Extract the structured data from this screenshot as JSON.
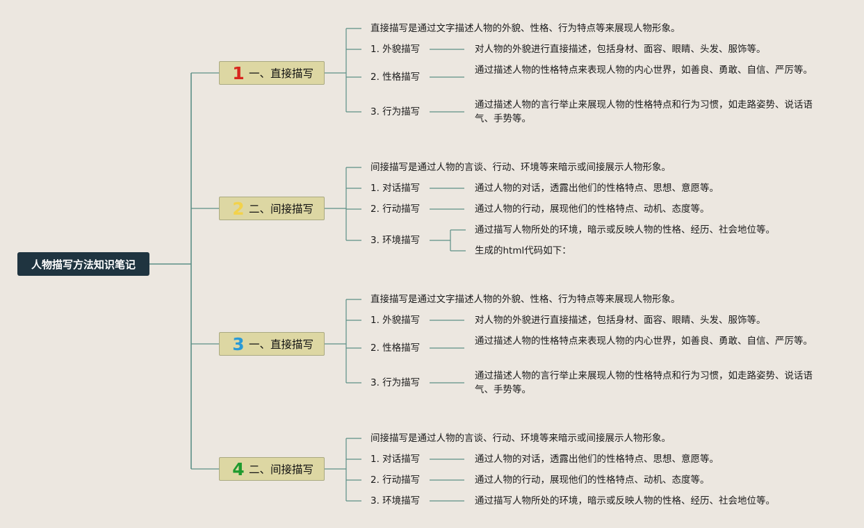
{
  "root": {
    "label": "人物描写方法知识笔记"
  },
  "colors": {
    "background": "#ece7e0",
    "root_bg": "#1f3440",
    "branch_bg": "#ddd7a3",
    "line": "#5b8f85",
    "num1": "#d7261e",
    "num2": "#f2d24b",
    "num3": "#2a9ad6",
    "num4": "#1f9a2e"
  },
  "branches": [
    {
      "number": "1",
      "label": "一、直接描写",
      "intro": "直接描写是通过文字描述人物的外貌、性格、行为特点等来展现人物形象。",
      "items": [
        {
          "label": "1. 外貌描写",
          "details": [
            "对人物的外貌进行直接描述，包括身材、面容、眼睛、头发、服饰等。"
          ]
        },
        {
          "label": "2. 性格描写",
          "details": [
            "通过描述人物的性格特点来表现人物的内心世界，如善良、勇敢、自信、严厉等。"
          ]
        },
        {
          "label": "3. 行为描写",
          "details": [
            "通过描述人物的言行举止来展现人物的性格特点和行为习惯，如走路姿势、说话语气、手势等。"
          ]
        }
      ]
    },
    {
      "number": "2",
      "label": "二、间接描写",
      "intro": "间接描写是通过人物的言谈、行动、环境等来暗示或间接展示人物形象。",
      "items": [
        {
          "label": "1. 对话描写",
          "details": [
            "通过人物的对话，透露出他们的性格特点、思想、意愿等。"
          ]
        },
        {
          "label": "2. 行动描写",
          "details": [
            "通过人物的行动，展现他们的性格特点、动机、态度等。"
          ]
        },
        {
          "label": "3. 环境描写",
          "details": [
            "通过描写人物所处的环境，暗示或反映人物的性格、经历、社会地位等。",
            "生成的html代码如下："
          ]
        }
      ]
    },
    {
      "number": "3",
      "label": "一、直接描写",
      "intro": "直接描写是通过文字描述人物的外貌、性格、行为特点等来展现人物形象。",
      "items": [
        {
          "label": "1. 外貌描写",
          "details": [
            "对人物的外貌进行直接描述，包括身材、面容、眼睛、头发、服饰等。"
          ]
        },
        {
          "label": "2. 性格描写",
          "details": [
            "通过描述人物的性格特点来表现人物的内心世界，如善良、勇敢、自信、严厉等。"
          ]
        },
        {
          "label": "3. 行为描写",
          "details": [
            "通过描述人物的言行举止来展现人物的性格特点和行为习惯，如走路姿势、说话语气、手势等。"
          ]
        }
      ]
    },
    {
      "number": "4",
      "label": "二、间接描写",
      "intro": "间接描写是通过人物的言谈、行动、环境等来暗示或间接展示人物形象。",
      "items": [
        {
          "label": "1. 对话描写",
          "details": [
            "通过人物的对话，透露出他们的性格特点、思想、意愿等。"
          ]
        },
        {
          "label": "2. 行动描写",
          "details": [
            "通过人物的行动，展现他们的性格特点、动机、态度等。"
          ]
        },
        {
          "label": "3. 环境描写",
          "details": [
            "通过描写人物所处的环境，暗示或反映人物的性格、经历、社会地位等。"
          ]
        }
      ]
    }
  ]
}
